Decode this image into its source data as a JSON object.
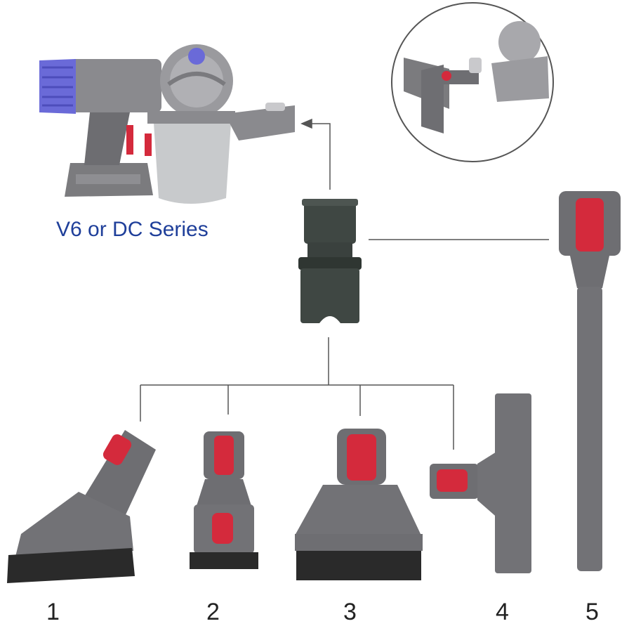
{
  "vacuum": {
    "series_label": "V6 or DC Series"
  },
  "attachments": [
    {
      "number": "1"
    },
    {
      "number": "2"
    },
    {
      "number": "3"
    },
    {
      "number": "4"
    },
    {
      "number": "5"
    }
  ],
  "colors": {
    "tool_gray": "#6e6e72",
    "trigger_red": "#d42a3c",
    "label_blue": "#1f3f9a",
    "motor_purple": "#6a6ad8",
    "adapter_dark": "#3f4743"
  }
}
